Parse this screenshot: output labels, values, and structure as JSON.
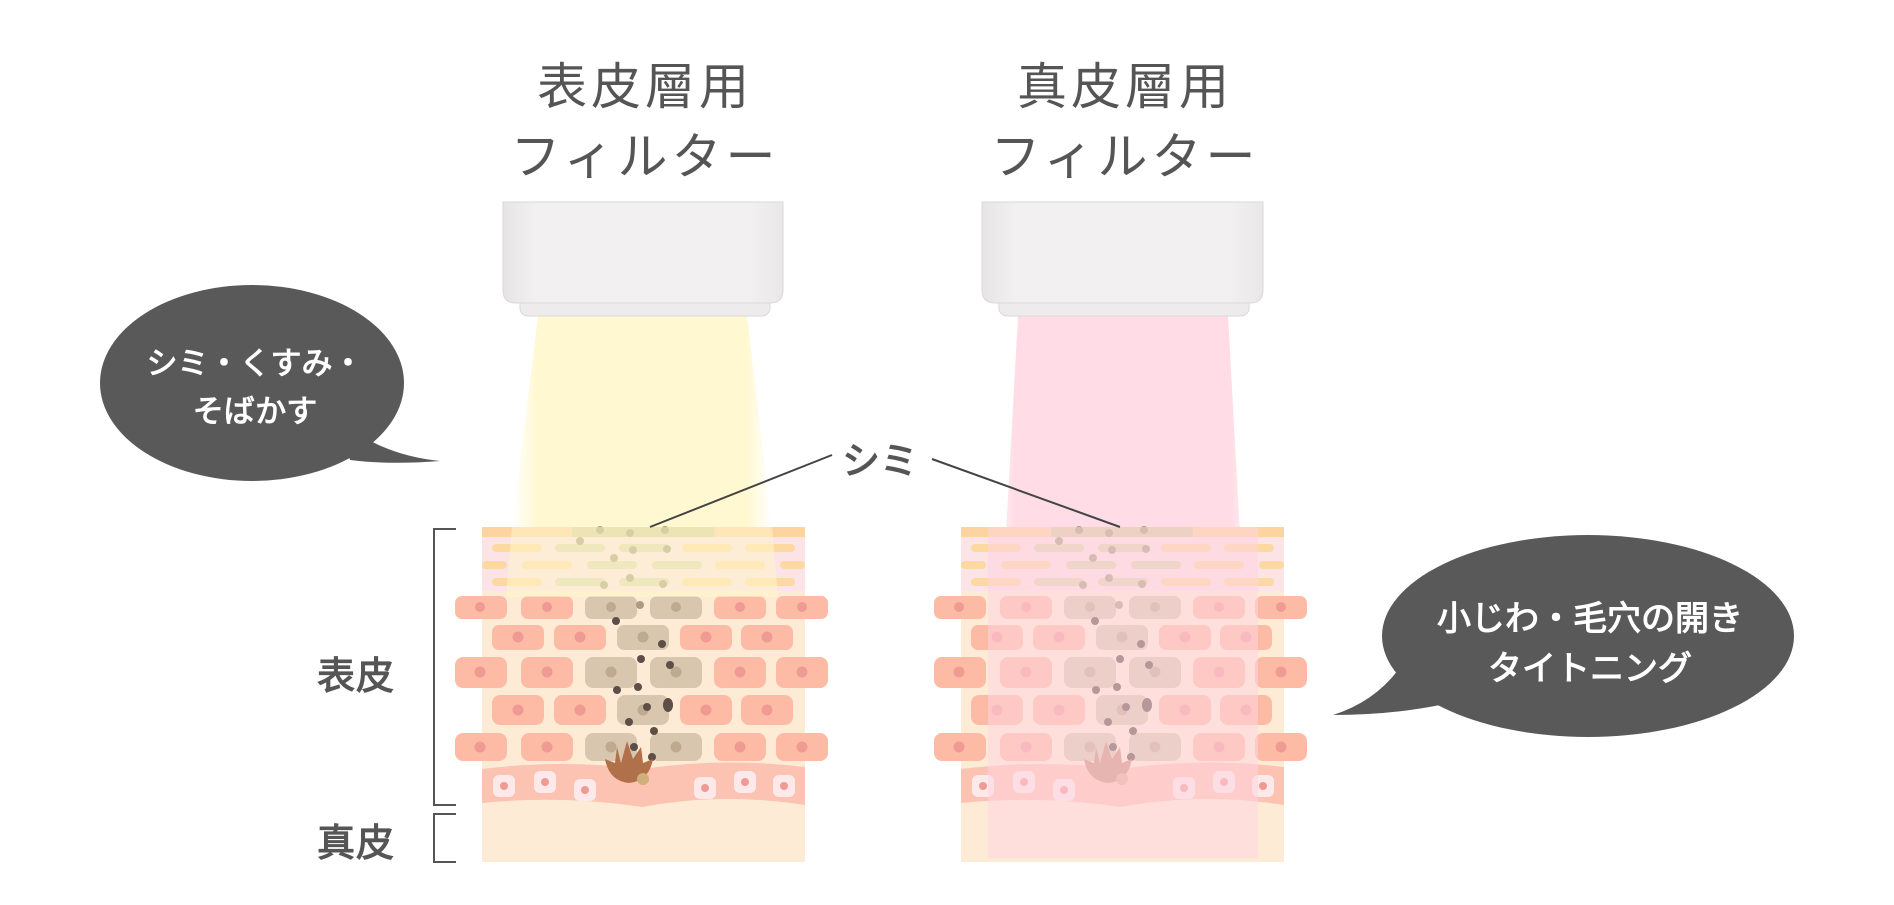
{
  "filters": [
    {
      "id": "epidermal",
      "title_line1": "表皮層用",
      "title_line2": "フィルター",
      "light_color": "#FFF8D0"
    },
    {
      "id": "dermal",
      "title_line1": "真皮層用",
      "title_line2": "フィルター",
      "light_color": "#FFE0E8"
    }
  ],
  "bubbles": {
    "left": {
      "line1": "シミ・くすみ・",
      "line2": "そばかす",
      "color": "#595959"
    },
    "right": {
      "line1": "小じわ・毛穴の開き",
      "line2": "タイトニング",
      "color": "#595959"
    }
  },
  "annotation": {
    "spot_label": "シミ"
  },
  "layers": {
    "epidermis": "表皮",
    "dermis": "真皮"
  },
  "colors": {
    "text": "#555555",
    "device_body": "#F0EEEF",
    "cell": "#FDBBA5",
    "cell_nucleus": "#F09A94",
    "pigmented_cell": "#D8C7AE",
    "pigment_dot": "#5D4E47",
    "melanocyte": "#B07049",
    "dermis_bg": "#FDEBD6"
  }
}
